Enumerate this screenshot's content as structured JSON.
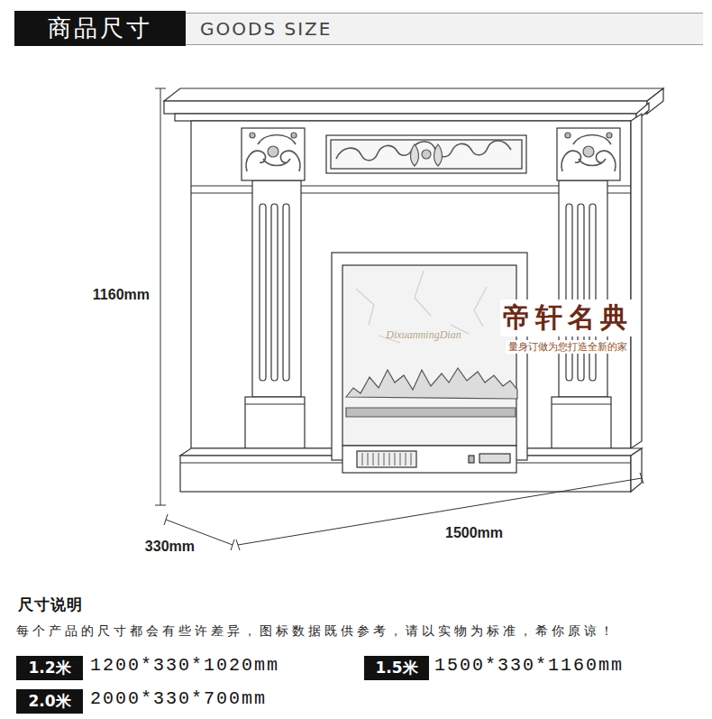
{
  "diagram": {
    "nodes": [
      {
        "text": [
          "商品尺寸"
        ]
      },
      {
        "text": [
          "GOODS SIZE"
        ]
      },
      {
        "text": [
          "1.2米"
        ]
      },
      {
        "text": [
          "1.5米"
        ]
      },
      {
        "text": [
          "2.0米"
        ]
      }
    ],
    "labels": [
      "1160mm",
      "帝轩名典",
      "DixuanmingDian",
      "量身订做为您打造全新的家",
      "330mm",
      "1500mm",
      "尺寸说明",
      "每个产品的尺寸都会有些许差异，图标数据既供参考，请以实物为标准，希你原谅！",
      "1200*330*1020mm",
      "1500*330*1160mm",
      "2000*330*700mm"
    ]
  }
}
